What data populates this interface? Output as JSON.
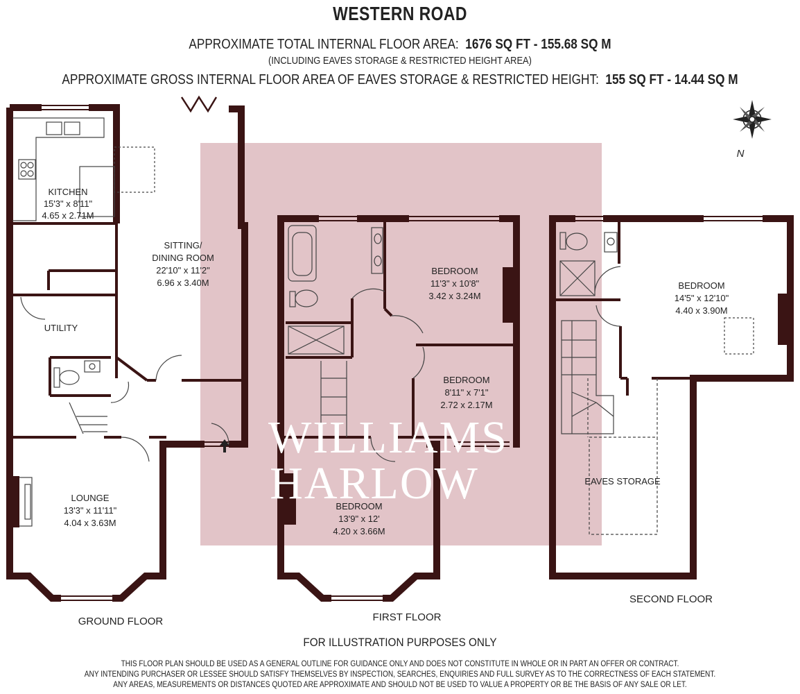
{
  "header": {
    "title": "WESTERN ROAD",
    "line1_prefix": "APPROXIMATE TOTAL INTERNAL FLOOR AREA:",
    "line1_value": "1676 SQ FT  -  155.68 SQ M",
    "line2": "(INCLUDING EAVES STORAGE & RESTRICTED HEIGHT AREA)",
    "line3_prefix": "APPROXIMATE GROSS INTERNAL FLOOR AREA OF EAVES STORAGE & RESTRICTED HEIGHT:",
    "line3_value": "155 SQ FT  -  14.44 SQ M"
  },
  "compass": {
    "label": "N"
  },
  "watermark": {
    "line1": "WILLIAMS",
    "line2": "HARLOW"
  },
  "floors": {
    "ground": {
      "label": "GROUND FLOOR",
      "kitchen": {
        "name": "KITCHEN",
        "imperial": "15'3\" x 8'11\"",
        "metric": "4.65 x 2.71M"
      },
      "sitting": {
        "name1": "SITTING/",
        "name2": "DINING ROOM",
        "imperial": "22'10\" x 11'2\"",
        "metric": "6.96 x 3.40M"
      },
      "utility": {
        "name": "UTILITY"
      },
      "lounge": {
        "name": "LOUNGE",
        "imperial": "13'3\" x 11'11\"",
        "metric": "4.04 x 3.63M"
      }
    },
    "first": {
      "label": "FIRST FLOOR",
      "bedroom_a": {
        "name": "BEDROOM",
        "imperial": "11'3\" x 10'8\"",
        "metric": "3.42 x 3.24M"
      },
      "bedroom_b": {
        "name": "BEDROOM",
        "imperial": "8'11\" x 7'1\"",
        "metric": "2.72 x 2.17M"
      },
      "bedroom_c": {
        "name": "BEDROOM",
        "imperial": "13'9\" x 12'",
        "metric": "4.20 x 3.66M"
      }
    },
    "second": {
      "label": "SECOND FLOOR",
      "bedroom": {
        "name": "BEDROOM",
        "imperial": "14'5\" x 12'10\"",
        "metric": "4.40 x 3.90M"
      },
      "eaves": {
        "name": "EAVES STORAGE"
      }
    }
  },
  "footer": {
    "illustration": "FOR ILLUSTRATION PURPOSES ONLY",
    "disclaimer1": "THIS FLOOR PLAN SHOULD BE USED AS A GENERAL OUTLINE FOR GUIDANCE ONLY AND DOES NOT CONSTITUTE IN WHOLE OR IN PART AN OFFER OR CONTRACT.",
    "disclaimer2": "ANY INTENDING PURCHASER OR LESSEE SHOULD SATISFY THEMSELVES BY INSPECTION, SEARCHES, ENQUIRIES AND FULL SURVEY AS TO THE CORRECTNESS OF EACH STATEMENT.",
    "disclaimer3": "ANY AREAS, MEASUREMENTS OR DISTANCES QUOTED ARE APPROXIMATE AND SHOULD NOT BE USED TO VALUE A PROPERTY OR BE THE BASIS OF ANY SALE OR LET."
  },
  "colors": {
    "wall": "#3a1414",
    "watermark_bg": "#e2c4c8",
    "fixture": "#444444"
  }
}
